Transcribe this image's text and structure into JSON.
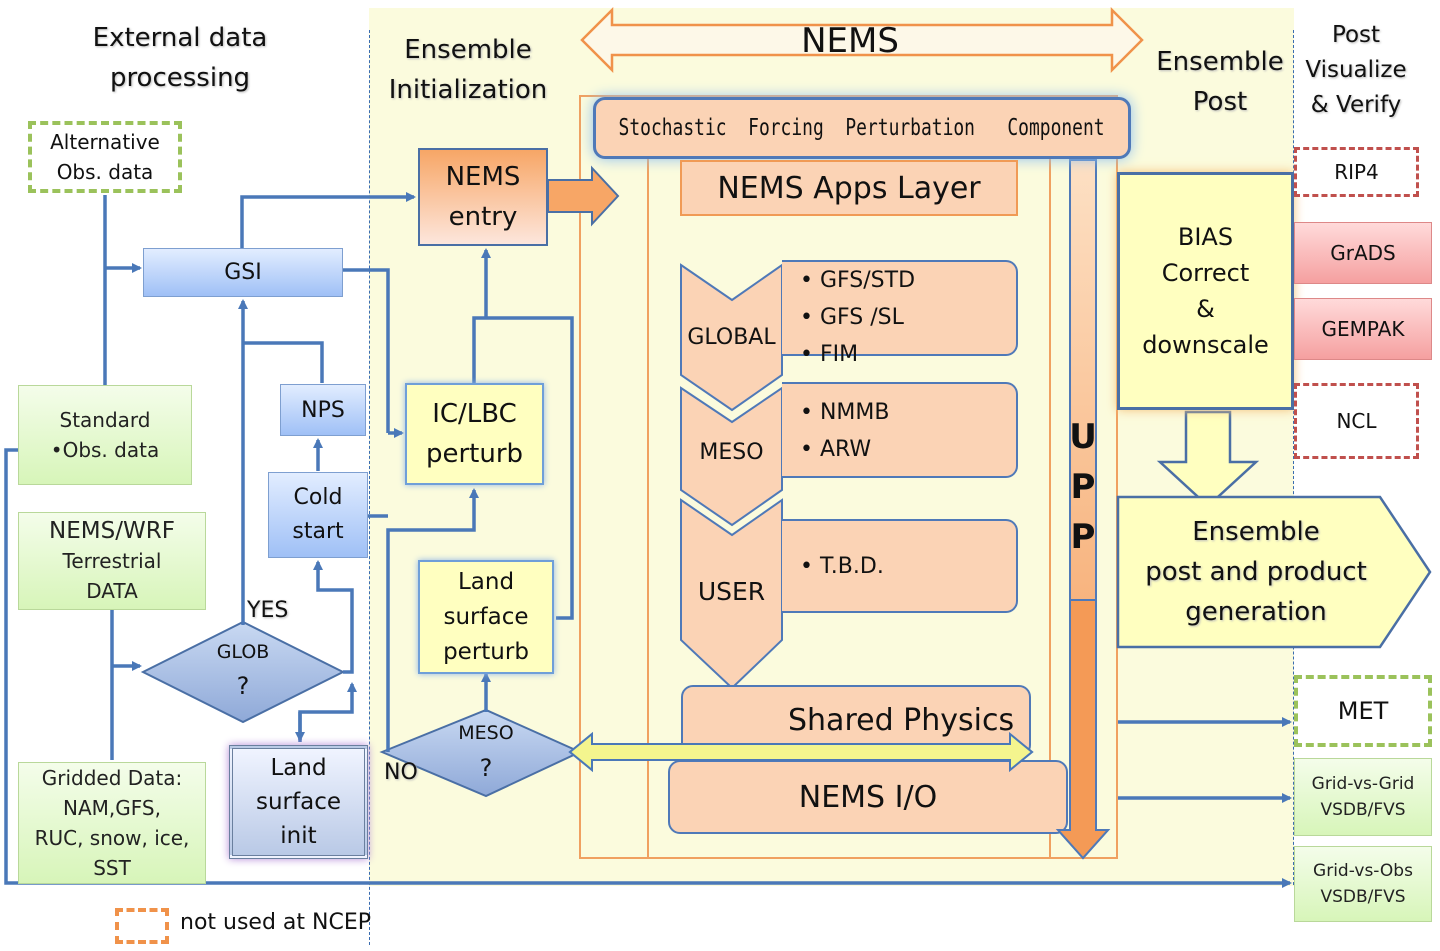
{
  "headers": {
    "external": "External data processing",
    "ensemble_init": "Ensemble Initialization",
    "nems": "NEMS",
    "ensemble_post": "Ensemble Post",
    "post_visualize": "Post Visualize & Verify"
  },
  "nodes": {
    "alt_obs": "Alternative Obs. data",
    "standard_obs_1": "Standard",
    "standard_obs_2": "•Obs. data",
    "nems_wrf_1": "NEMS/WRF",
    "nems_wrf_2": "Terrestrial",
    "nems_wrf_3": "DATA",
    "gridded_1": "Gridded Data:",
    "gridded_2": "NAM,GFS,",
    "gridded_3": "RUC, snow, ice,",
    "gridded_4": "SST",
    "gsi": "GSI",
    "nps": "NPS",
    "cold_start_1": "Cold",
    "cold_start_2": "start",
    "glob_decision": "GLOB",
    "glob_q": "?",
    "yes_label": "YES",
    "no_label": "NO",
    "land_init_1": "Land",
    "land_init_2": "surface",
    "land_init_3": "init",
    "nems_entry_1": "NEMS",
    "nems_entry_2": "entry",
    "iclbc_1": "IC/LBC",
    "iclbc_2": "perturb",
    "land_perturb_1": "Land",
    "land_perturb_2": "surface",
    "land_perturb_3": "perturb",
    "meso_decision": "MESO",
    "meso_q": "?",
    "stochastic": "Stochastic  Forcing  Perturbation   Component",
    "apps_layer": "NEMS Apps Layer",
    "global": "GLOBAL",
    "meso": "MESO",
    "user": "USER",
    "global_items": [
      "• GFS/STD",
      "• GFS /SL",
      "• FIM"
    ],
    "meso_items": [
      "• NMMB",
      "• ARW"
    ],
    "user_items": [
      "• T.B.D."
    ],
    "shared_physics": "Shared Physics",
    "nems_io": "NEMS I/O",
    "upp": [
      "U",
      "P",
      "P"
    ],
    "bias_1": "BIAS",
    "bias_2": "Correct",
    "bias_3": "&",
    "bias_4": "downscale",
    "ens_post_1": "Ensemble",
    "ens_post_2": "post and product",
    "ens_post_3": "generation",
    "rip4": "RIP4",
    "grads": "GrADS",
    "gempak": "GEMPAK",
    "ncl": "NCL",
    "met": "MET",
    "grid_vs_grid_1": "Grid-vs-Grid",
    "grid_vs_grid_2": "VSDB/FVS",
    "grid_vs_obs_1": "Grid-vs-Obs",
    "grid_vs_obs_2": "VSDB/FVS"
  },
  "legend": {
    "not_used": "not used at NCEP"
  },
  "colors": {
    "yellow_band": "#fbfbdd",
    "arrow_blue": "#4a78b8",
    "peach": "#fbd3b5",
    "orange": "#f09a55"
  }
}
